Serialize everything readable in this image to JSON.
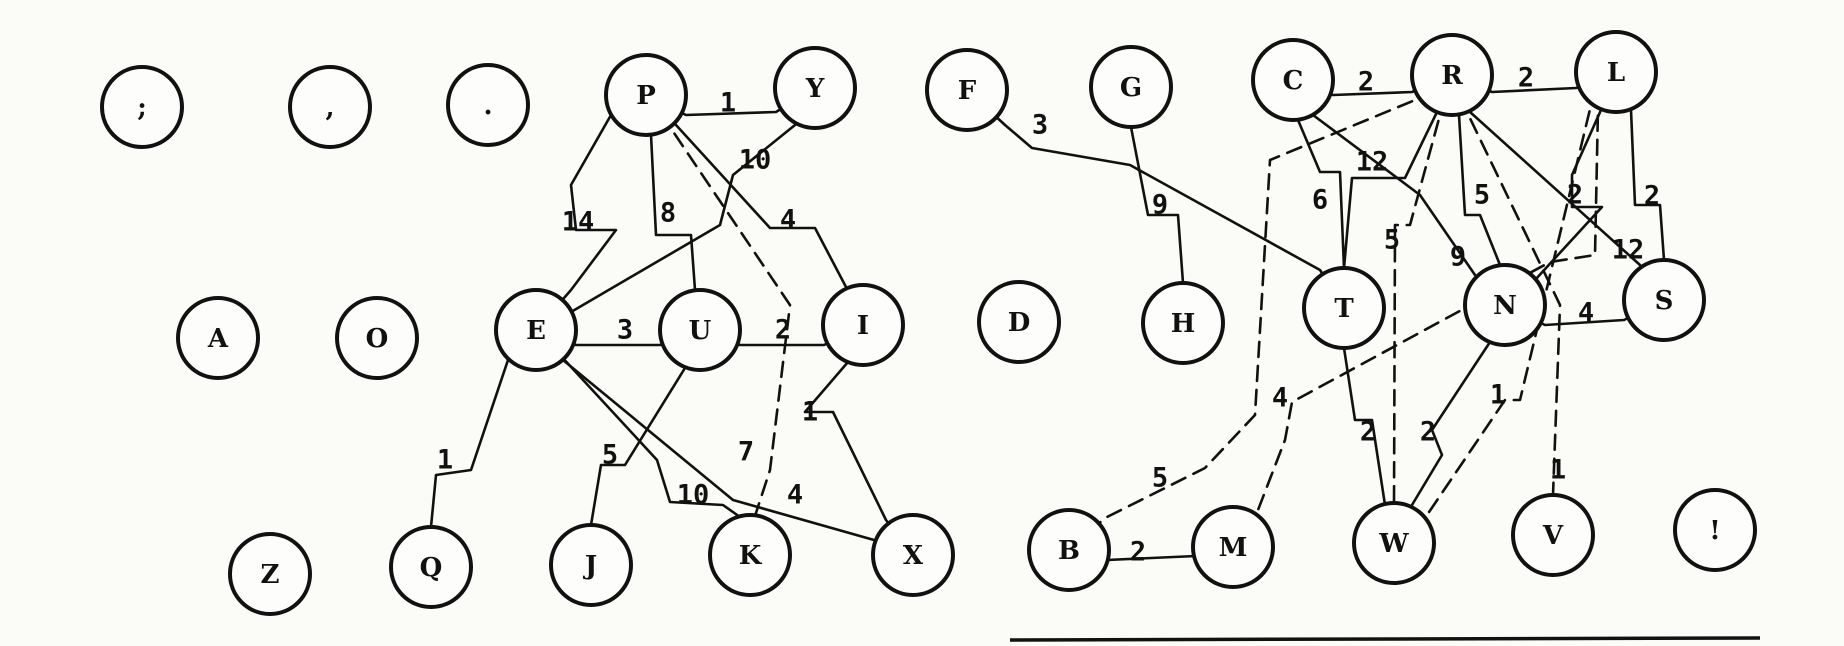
{
  "nodes": [
    {
      "id": ";",
      "label": ";"
    },
    {
      "id": ",",
      "label": ","
    },
    {
      "id": ".",
      "label": "."
    },
    {
      "id": "P",
      "label": "P"
    },
    {
      "id": "Y",
      "label": "Y"
    },
    {
      "id": "F",
      "label": "F"
    },
    {
      "id": "G",
      "label": "G"
    },
    {
      "id": "C",
      "label": "C"
    },
    {
      "id": "R",
      "label": "R"
    },
    {
      "id": "L",
      "label": "L"
    },
    {
      "id": "A",
      "label": "A"
    },
    {
      "id": "O",
      "label": "O"
    },
    {
      "id": "E",
      "label": "E"
    },
    {
      "id": "U",
      "label": "U"
    },
    {
      "id": "I",
      "label": "I"
    },
    {
      "id": "D",
      "label": "D"
    },
    {
      "id": "H",
      "label": "H"
    },
    {
      "id": "T",
      "label": "T"
    },
    {
      "id": "N",
      "label": "N"
    },
    {
      "id": "S",
      "label": "S"
    },
    {
      "id": "Z",
      "label": "Z"
    },
    {
      "id": "Q",
      "label": "Q"
    },
    {
      "id": "J",
      "label": "J"
    },
    {
      "id": "K",
      "label": "K"
    },
    {
      "id": "X",
      "label": "X"
    },
    {
      "id": "B",
      "label": "B"
    },
    {
      "id": "M",
      "label": "M"
    },
    {
      "id": "W",
      "label": "W"
    },
    {
      "id": "V",
      "label": "V"
    },
    {
      "id": "!",
      "label": "!"
    }
  ],
  "edges": [
    {
      "from": "P",
      "to": "Y",
      "weight": "1",
      "style": "solid"
    },
    {
      "from": "Y",
      "to": "E",
      "weight": "10",
      "style": "solid"
    },
    {
      "from": "P",
      "to": "E",
      "weight": "14",
      "style": "solid"
    },
    {
      "from": "P",
      "to": "U",
      "weight": "8",
      "style": "solid"
    },
    {
      "from": "P",
      "to": "I",
      "weight": "4",
      "style": "solid"
    },
    {
      "from": "P",
      "to": "K",
      "weight": "7",
      "style": "dashed"
    },
    {
      "from": "E",
      "to": "U",
      "weight": "3",
      "style": "solid"
    },
    {
      "from": "U",
      "to": "I",
      "weight": "2",
      "style": "solid"
    },
    {
      "from": "E",
      "to": "Q",
      "weight": "1",
      "style": "solid"
    },
    {
      "from": "U",
      "to": "J",
      "weight": "5",
      "style": "solid"
    },
    {
      "from": "E",
      "to": "K",
      "weight": "10",
      "style": "solid"
    },
    {
      "from": "E",
      "to": "X",
      "weight": "4",
      "style": "solid"
    },
    {
      "from": "I",
      "to": "X",
      "weight": "1",
      "style": "solid"
    },
    {
      "from": "F",
      "to": "T",
      "weight": "3",
      "style": "solid"
    },
    {
      "from": "G",
      "to": "H",
      "weight": "9",
      "style": "solid"
    },
    {
      "from": "C",
      "to": "R",
      "weight": "2",
      "style": "solid"
    },
    {
      "from": "R",
      "to": "L",
      "weight": "2",
      "style": "solid"
    },
    {
      "from": "C",
      "to": "T",
      "weight": "6",
      "style": "solid"
    },
    {
      "from": "R",
      "to": "T",
      "weight": "12",
      "style": "solid"
    },
    {
      "from": "C",
      "to": "N",
      "weight": "9",
      "style": "solid"
    },
    {
      "from": "R",
      "to": "N",
      "weight": "5",
      "style": "solid"
    },
    {
      "from": "R",
      "to": "W",
      "weight": "5",
      "style": "dashed"
    },
    {
      "from": "R",
      "to": "B",
      "weight": "5",
      "style": "dashed"
    },
    {
      "from": "R",
      "to": "V",
      "weight": "1",
      "style": "dashed"
    },
    {
      "from": "R",
      "to": "S",
      "weight": "12",
      "style": "solid"
    },
    {
      "from": "L",
      "to": "N",
      "weight": "2",
      "style": "solid"
    },
    {
      "from": "L",
      "to": "S",
      "weight": "2",
      "style": "solid"
    },
    {
      "from": "L",
      "to": "M",
      "weight": "4",
      "style": "dashed"
    },
    {
      "from": "L",
      "to": "W",
      "weight": "1",
      "style": "dashed"
    },
    {
      "from": "N",
      "to": "S",
      "weight": "4",
      "style": "solid"
    },
    {
      "from": "T",
      "to": "W",
      "weight": "2",
      "style": "solid"
    },
    {
      "from": "N",
      "to": "W",
      "weight": "2",
      "style": "solid"
    },
    {
      "from": "B",
      "to": "M",
      "weight": "2",
      "style": "solid"
    }
  ]
}
